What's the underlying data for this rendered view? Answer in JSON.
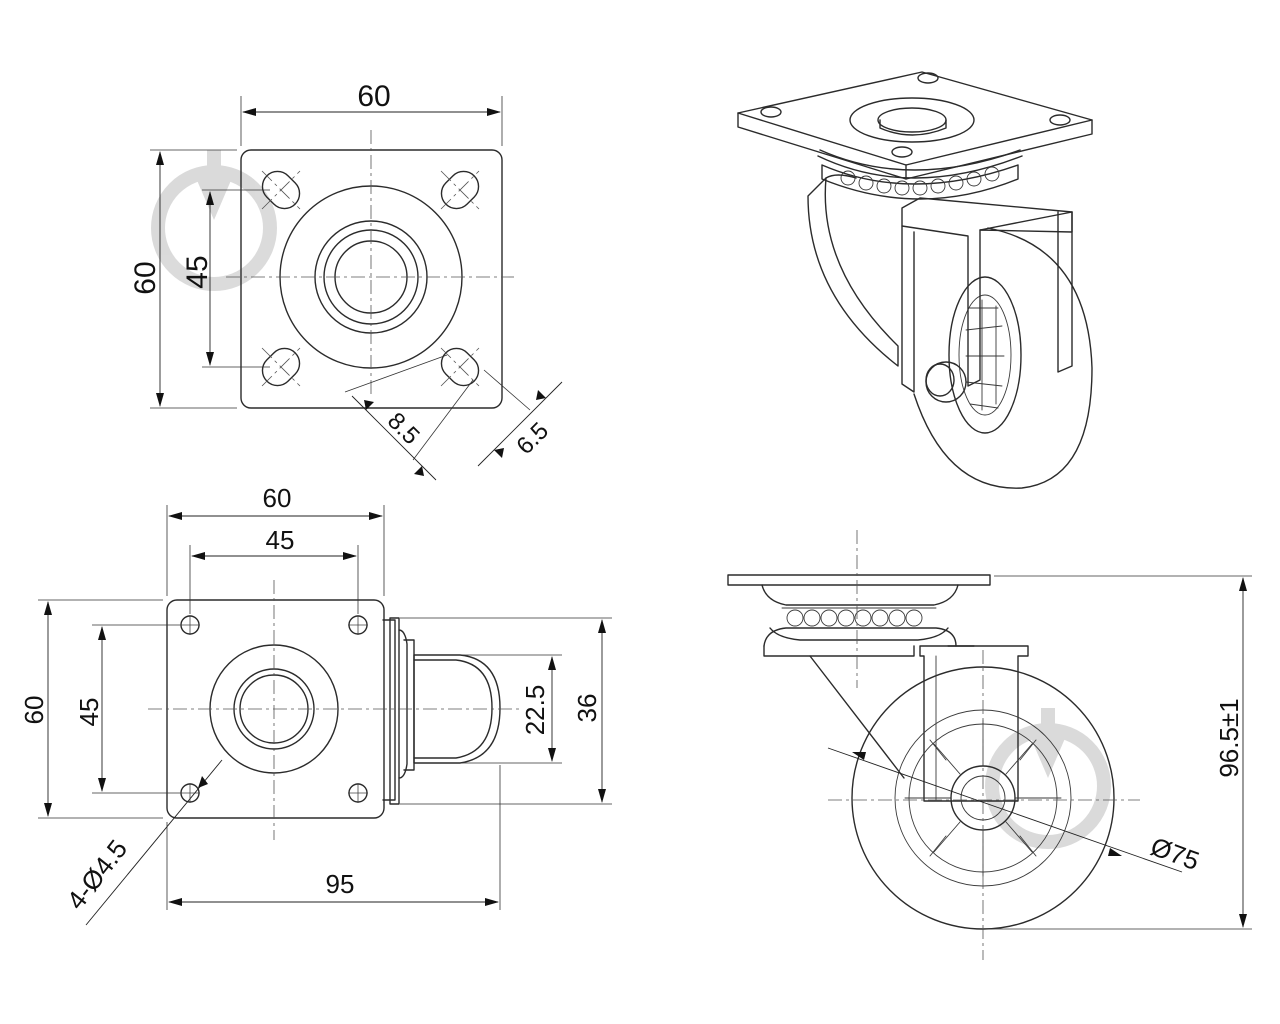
{
  "top_view": {
    "width_label": "60",
    "height_label": "60",
    "hole_spacing_label": "45",
    "slot_length_label": "8.5",
    "slot_width_label": "6.5"
  },
  "plate_view": {
    "width_label": "60",
    "hole_spacing_x_label": "45",
    "height_label": "60",
    "hole_spacing_y_label": "45",
    "hole_label": "4-Ø4.5",
    "wheel_width_label": "22.5",
    "fork_width_label": "36",
    "length_label": "95"
  },
  "side_view": {
    "wheel_diameter_label": "Ø75",
    "total_height_label": "96.5±1"
  },
  "colors": {
    "line": "#2b2b2b",
    "watermark": "#d7d7d7"
  }
}
